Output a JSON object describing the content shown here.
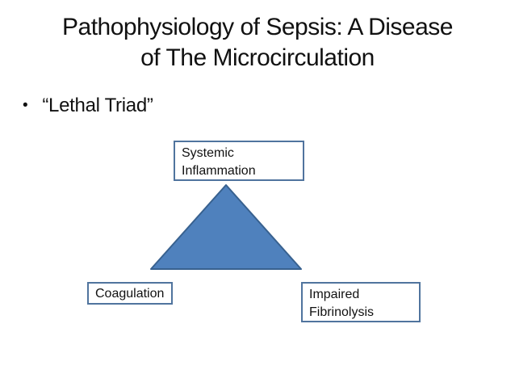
{
  "slide": {
    "title_line1": "Pathophysiology of Sepsis: A Disease",
    "title_line2": "of The Microcirculation",
    "bullet_glyph": "•",
    "bullet_text": "“Lethal Triad”"
  },
  "diagram": {
    "systemic_box": {
      "line1": "Systemic",
      "line2": "Inflammation"
    },
    "coagulation_box": {
      "label": "Coagulation"
    },
    "fibrinolysis_box": {
      "line1": "Impaired",
      "line2": "Fibrinolysis"
    },
    "triangle": {
      "fill": "#4f81bd",
      "stroke": "#38618f"
    }
  },
  "colors": {
    "box_border": "#50749e",
    "text": "#111111",
    "background": "#ffffff"
  }
}
